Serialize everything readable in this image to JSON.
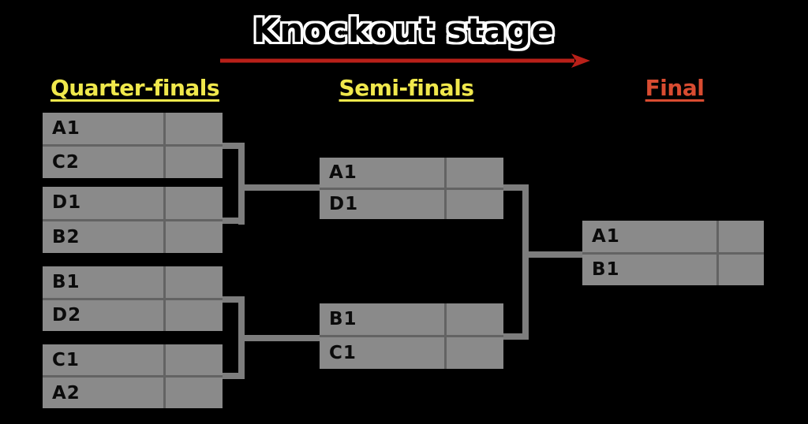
{
  "title": {
    "text": "Knockout stage"
  },
  "arrow": {
    "color": "#b92019",
    "direction": "right"
  },
  "columns": [
    {
      "id": "quarterfinals",
      "label": "Quarter-finals",
      "color": "#f0e84c"
    },
    {
      "id": "semifinals",
      "label": "Semi-finals",
      "color": "#f0e84c"
    },
    {
      "id": "final",
      "label": "Final",
      "color": "#d94c31"
    }
  ],
  "matches": {
    "qf1": {
      "top": {
        "team": "A1",
        "score": ""
      },
      "bottom": {
        "team": "C2",
        "score": ""
      }
    },
    "qf2": {
      "top": {
        "team": "D1",
        "score": ""
      },
      "bottom": {
        "team": "B2",
        "score": ""
      }
    },
    "qf3": {
      "top": {
        "team": "B1",
        "score": ""
      },
      "bottom": {
        "team": "D2",
        "score": ""
      }
    },
    "qf4": {
      "top": {
        "team": "C1",
        "score": ""
      },
      "bottom": {
        "team": "A2",
        "score": ""
      }
    },
    "sf1": {
      "top": {
        "team": "A1",
        "score": ""
      },
      "bottom": {
        "team": "D1",
        "score": ""
      }
    },
    "sf2": {
      "top": {
        "team": "B1",
        "score": ""
      },
      "bottom": {
        "team": "C1",
        "score": ""
      }
    },
    "final": {
      "top": {
        "team": "A1",
        "score": ""
      },
      "bottom": {
        "team": "B1",
        "score": ""
      }
    }
  },
  "colors": {
    "background": "#000000",
    "box": "#8a8a8a",
    "divider": "#636363",
    "connector": "#7d7d7d"
  }
}
